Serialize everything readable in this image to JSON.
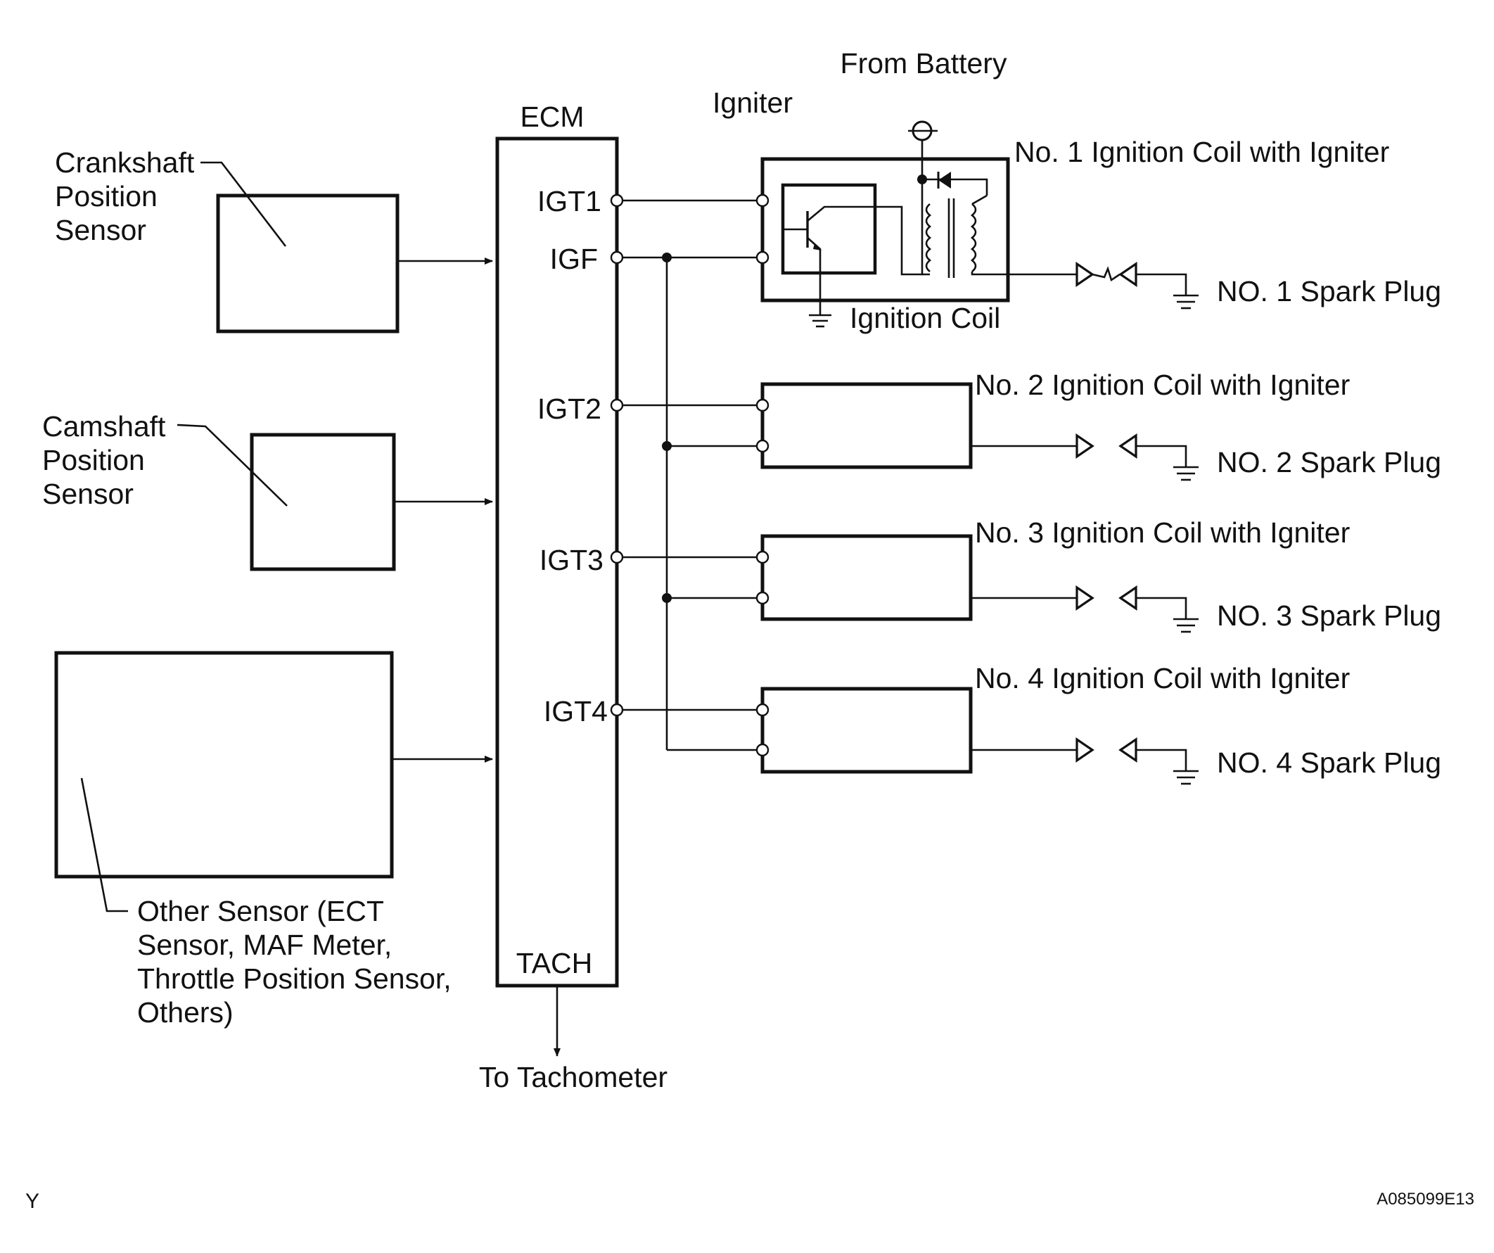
{
  "ecm": {
    "title": "ECM",
    "pins": [
      "IGT1",
      "IGF",
      "IGT2",
      "IGT3",
      "IGT4"
    ],
    "tach": "TACH"
  },
  "sensors": {
    "crankshaft": [
      "Crankshaft",
      "Position",
      "Sensor"
    ],
    "camshaft": [
      "Camshaft",
      "Position",
      "Sensor"
    ],
    "other": [
      "Other Sensor (ECT",
      "Sensor, MAF Meter,",
      "Throttle Position Sensor,",
      "Others)"
    ]
  },
  "top_labels": {
    "from_battery": "From Battery",
    "igniter": "Igniter",
    "ignition_coil": "Ignition Coil"
  },
  "coils": [
    {
      "label": "No. 1 Ignition Coil with Igniter",
      "plug": "NO. 1 Spark Plug"
    },
    {
      "label": "No. 2 Ignition Coil with Igniter",
      "plug": "NO. 2 Spark Plug"
    },
    {
      "label": "No. 3 Ignition Coil with Igniter",
      "plug": "NO. 3 Spark Plug"
    },
    {
      "label": "No. 4 Ignition Coil with Igniter",
      "plug": "NO. 4 Spark Plug"
    }
  ],
  "tachometer": "To Tachometer",
  "corner_left": "Y",
  "figure_code": "A085099E13"
}
